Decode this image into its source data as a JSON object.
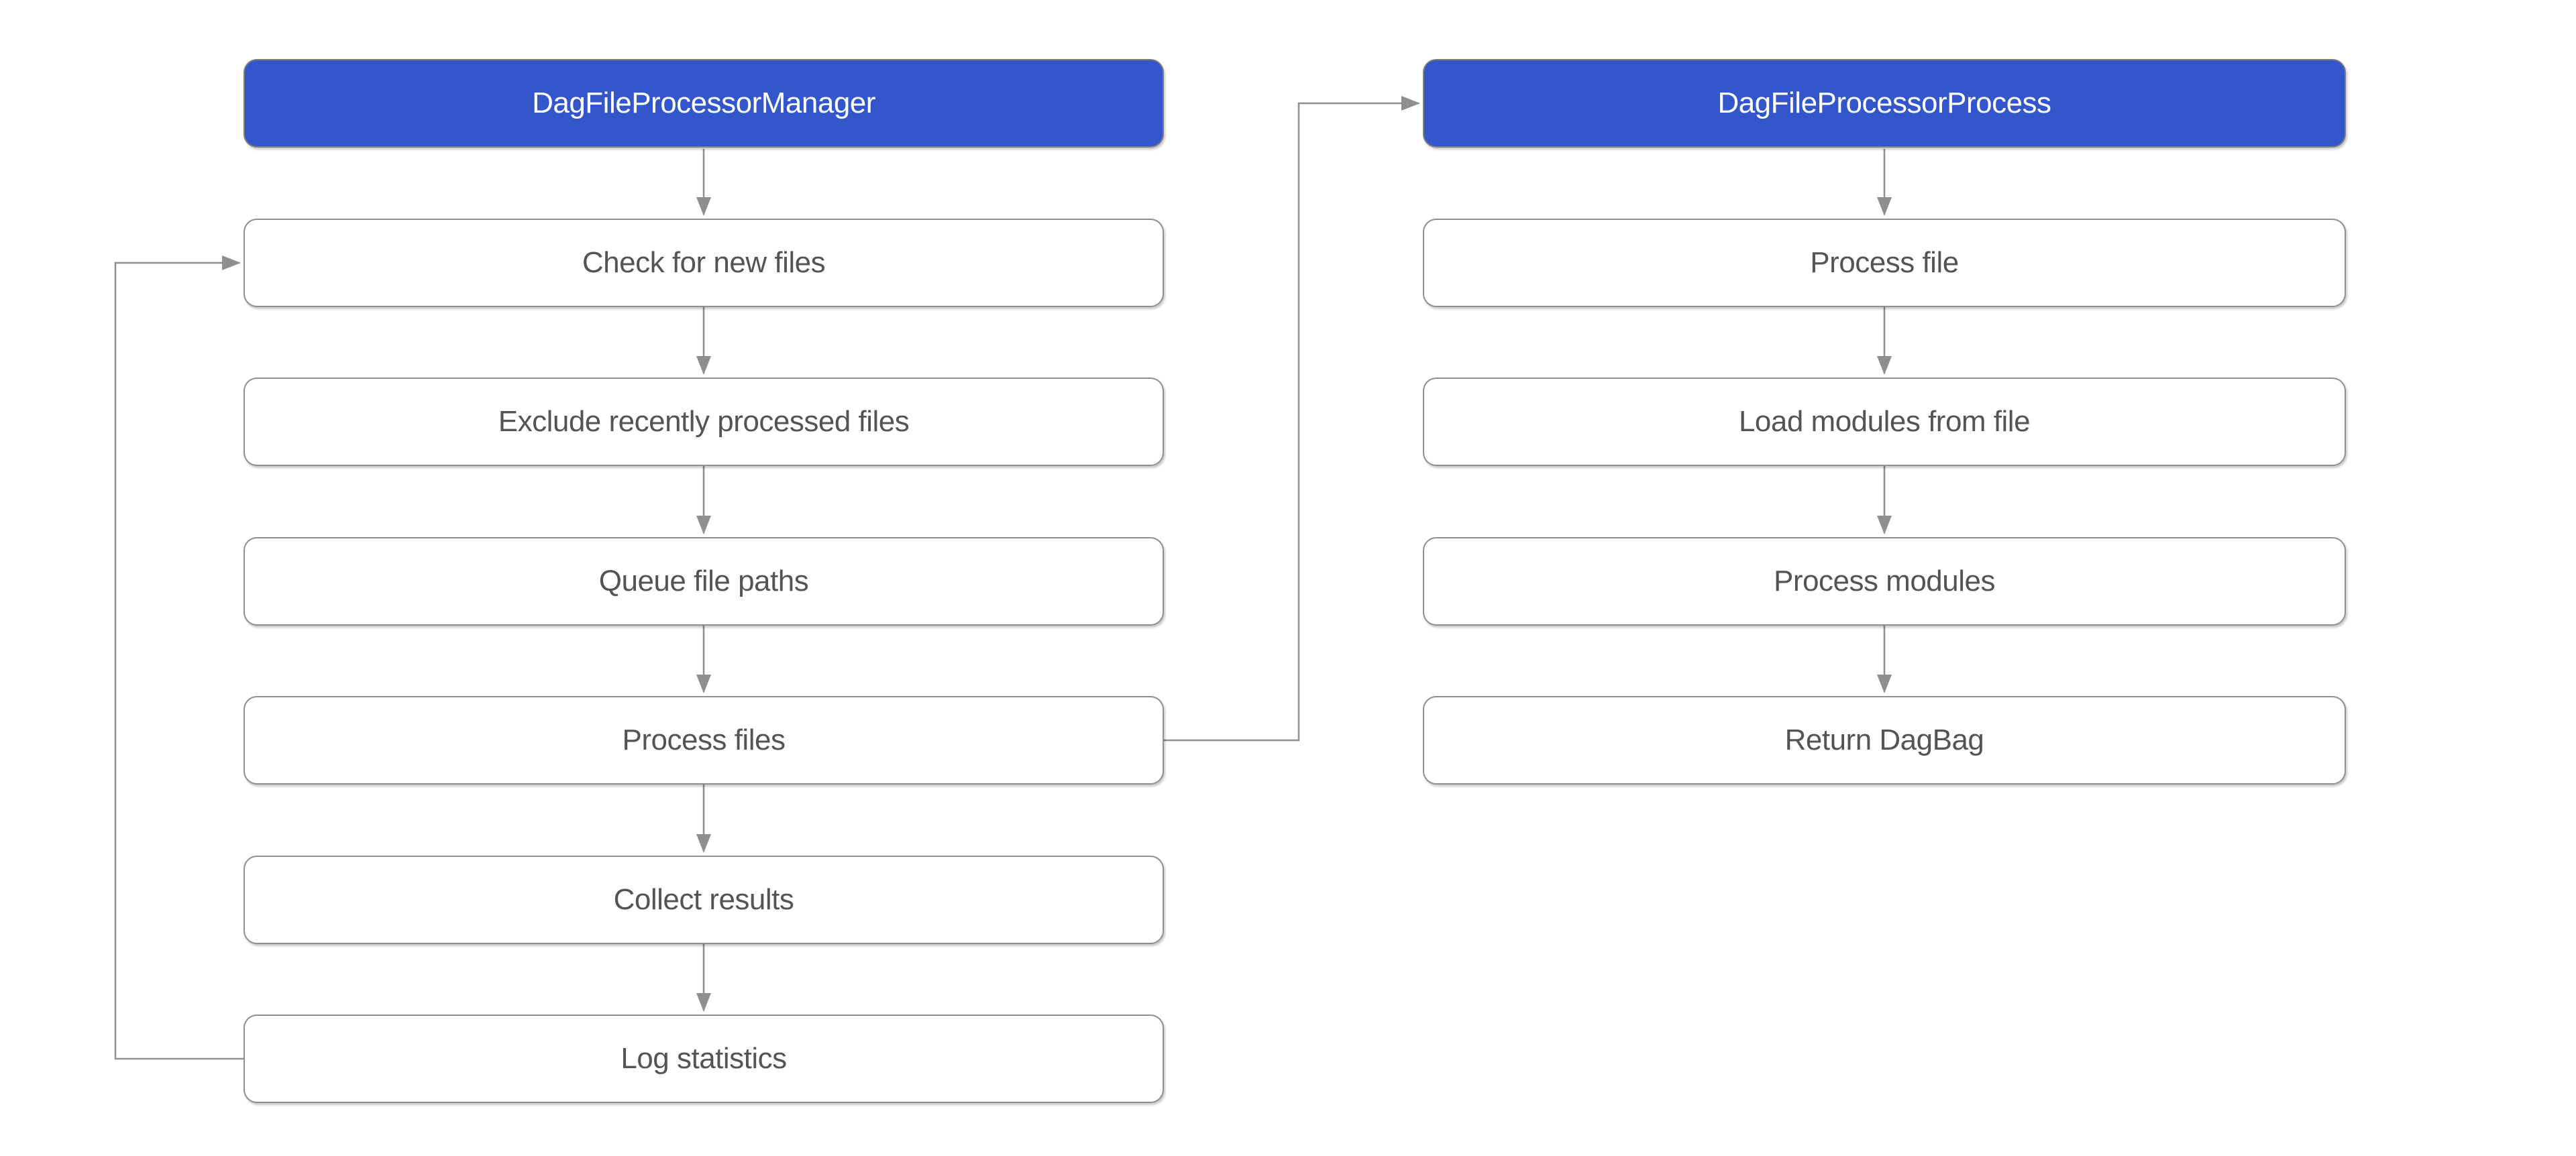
{
  "diagram": {
    "type": "flowchart",
    "background": "#ffffff",
    "colors": {
      "header_fill": "#3456cb",
      "header_text": "#ffffff",
      "node_fill": "#ffffff",
      "node_border": "#8f8f8f",
      "node_text": "#545454",
      "connector": "#8f8f8f"
    },
    "columns": [
      {
        "header": "DagFileProcessorManager",
        "nodes": [
          "Check for new files",
          "Exclude recently processed files",
          "Queue file paths",
          "Process files",
          "Collect results",
          "Log statistics"
        ]
      },
      {
        "header": "DagFileProcessorProcess",
        "nodes": [
          "Process file",
          "Load modules from file",
          "Process modules",
          "Return DagBag"
        ]
      }
    ],
    "edges": [
      {
        "from": "DagFileProcessorManager",
        "to": "Check for new files",
        "type": "down"
      },
      {
        "from": "Check for new files",
        "to": "Exclude recently processed files",
        "type": "down"
      },
      {
        "from": "Exclude recently processed files",
        "to": "Queue file paths",
        "type": "down"
      },
      {
        "from": "Queue file paths",
        "to": "Process files",
        "type": "down"
      },
      {
        "from": "Process files",
        "to": "Collect results",
        "type": "down"
      },
      {
        "from": "Collect results",
        "to": "Log statistics",
        "type": "down"
      },
      {
        "from": "Log statistics",
        "to": "Check for new files",
        "type": "loop-back-left"
      },
      {
        "from": "Process files",
        "to": "DagFileProcessorProcess",
        "type": "cross-column"
      },
      {
        "from": "DagFileProcessorProcess",
        "to": "Process file",
        "type": "down"
      },
      {
        "from": "Process file",
        "to": "Load modules from file",
        "type": "down"
      },
      {
        "from": "Load modules from file",
        "to": "Process modules",
        "type": "down"
      },
      {
        "from": "Process modules",
        "to": "Return DagBag",
        "type": "down"
      }
    ]
  }
}
